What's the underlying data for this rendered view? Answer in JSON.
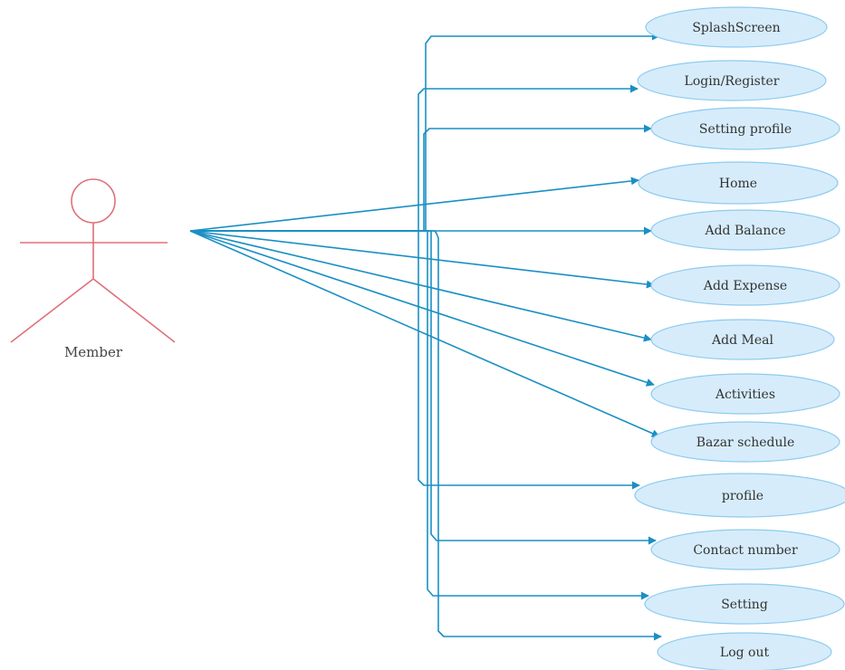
{
  "diagram": {
    "actor": {
      "name": "Member"
    },
    "use_cases": [
      {
        "id": "uc-splashscreen",
        "label": "SplashScreen"
      },
      {
        "id": "uc-login-register",
        "label": "Login/Register"
      },
      {
        "id": "uc-setting-profile",
        "label": "Setting profile"
      },
      {
        "id": "uc-home",
        "label": "Home"
      },
      {
        "id": "uc-add-balance",
        "label": "Add Balance"
      },
      {
        "id": "uc-add-expense",
        "label": "Add Expense"
      },
      {
        "id": "uc-add-meal",
        "label": "Add Meal"
      },
      {
        "id": "uc-activities",
        "label": "Activities"
      },
      {
        "id": "uc-bazar-schedule",
        "label": "Bazar schedule"
      },
      {
        "id": "uc-profile",
        "label": "profile"
      },
      {
        "id": "uc-contact-number",
        "label": "Contact number"
      },
      {
        "id": "uc-setting",
        "label": "Setting"
      },
      {
        "id": "uc-log-out",
        "label": "Log out"
      }
    ],
    "colors": {
      "actor": "#e0707a",
      "connector": "#1a8fc4",
      "usecase_fill": "#d6ecfb",
      "usecase_stroke": "#8ecbef"
    }
  }
}
